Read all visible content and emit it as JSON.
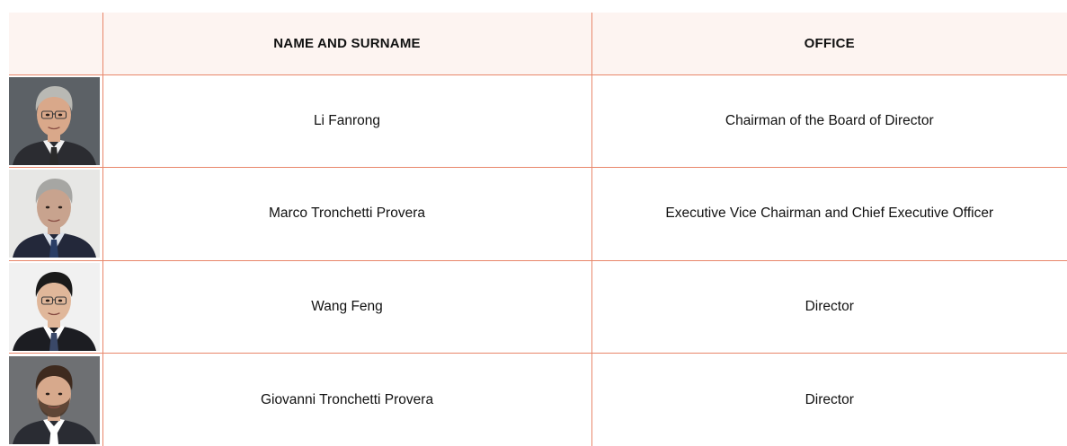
{
  "table": {
    "header": {
      "photo": "",
      "name": "NAME AND SURNAME",
      "office": "OFFICE"
    },
    "rows": [
      {
        "name": "Li Fanrong",
        "office": "Chairman of the Board of Director",
        "photo": {
          "bg": "#5c6166",
          "hair": "#b9b9b4",
          "skin": "#d9a88a",
          "suit": "#2b2c31",
          "shirt": "#f2f2f2",
          "tie": "#2a2a2a",
          "glasses": true
        }
      },
      {
        "name": "Marco Tronchetti Provera",
        "office": "Executive Vice Chairman and Chief Executive Officer",
        "photo": {
          "bg": "#e7e7e5",
          "hair": "#a6a6a3",
          "skin": "#c8a38e",
          "suit": "#23283a",
          "shirt": "#dde3ec",
          "tie": "#2a3e66",
          "glasses": false
        }
      },
      {
        "name": "Wang Feng",
        "office": "Director",
        "photo": {
          "bg": "#f1f1f1",
          "hair": "#1a1a1a",
          "skin": "#e0b79a",
          "suit": "#1c1d22",
          "shirt": "#ffffff",
          "tie": "#3a4868",
          "glasses": true
        }
      },
      {
        "name": "Giovanni Tronchetti Provera",
        "office": "Director",
        "photo": {
          "bg": "#6e7073",
          "hair": "#3e2a1e",
          "skin": "#d7a98c",
          "suit": "#2a2c33",
          "shirt": "#ffffff",
          "tie": "#ffffff",
          "glasses": false,
          "beard": "#4a3527"
        }
      }
    ]
  },
  "colors": {
    "border": "#e8866a",
    "header_bg": "#fdf4f1"
  }
}
